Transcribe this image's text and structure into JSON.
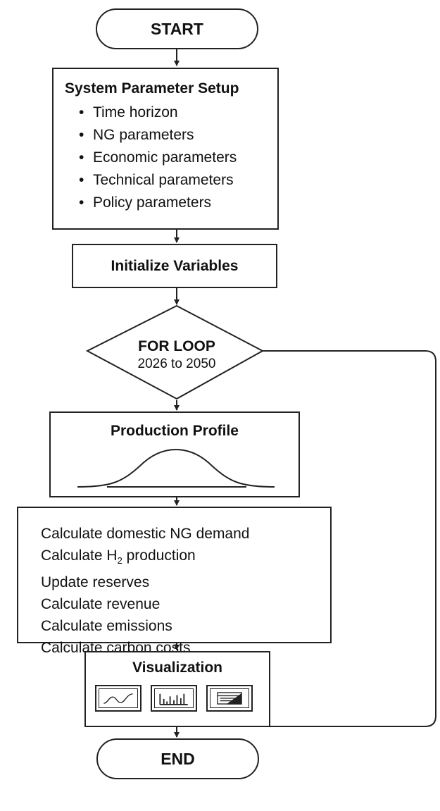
{
  "start": {
    "label": "START"
  },
  "setup": {
    "title": "System Parameter Setup",
    "items": [
      "Time horizon",
      "NG parameters",
      "Economic parameters",
      "Technical parameters",
      "Policy parameters"
    ]
  },
  "init": {
    "label": "Initialize Variables"
  },
  "loop": {
    "title": "FOR LOOP",
    "range": "2026 to 2050"
  },
  "production": {
    "title": "Production Profile"
  },
  "calc": {
    "lines": [
      "Calculate domestic NG demand",
      {
        "before": "Calculate H",
        "sub": "2",
        "after": " production"
      },
      "Update reserves",
      "Calculate revenue",
      "Calculate emissions",
      "Calculate carbon costs"
    ]
  },
  "visualization": {
    "title": "Visualization",
    "icons": [
      "line-chart-icon",
      "bar-chart-icon",
      "table-icon"
    ]
  },
  "end": {
    "label": "END"
  }
}
